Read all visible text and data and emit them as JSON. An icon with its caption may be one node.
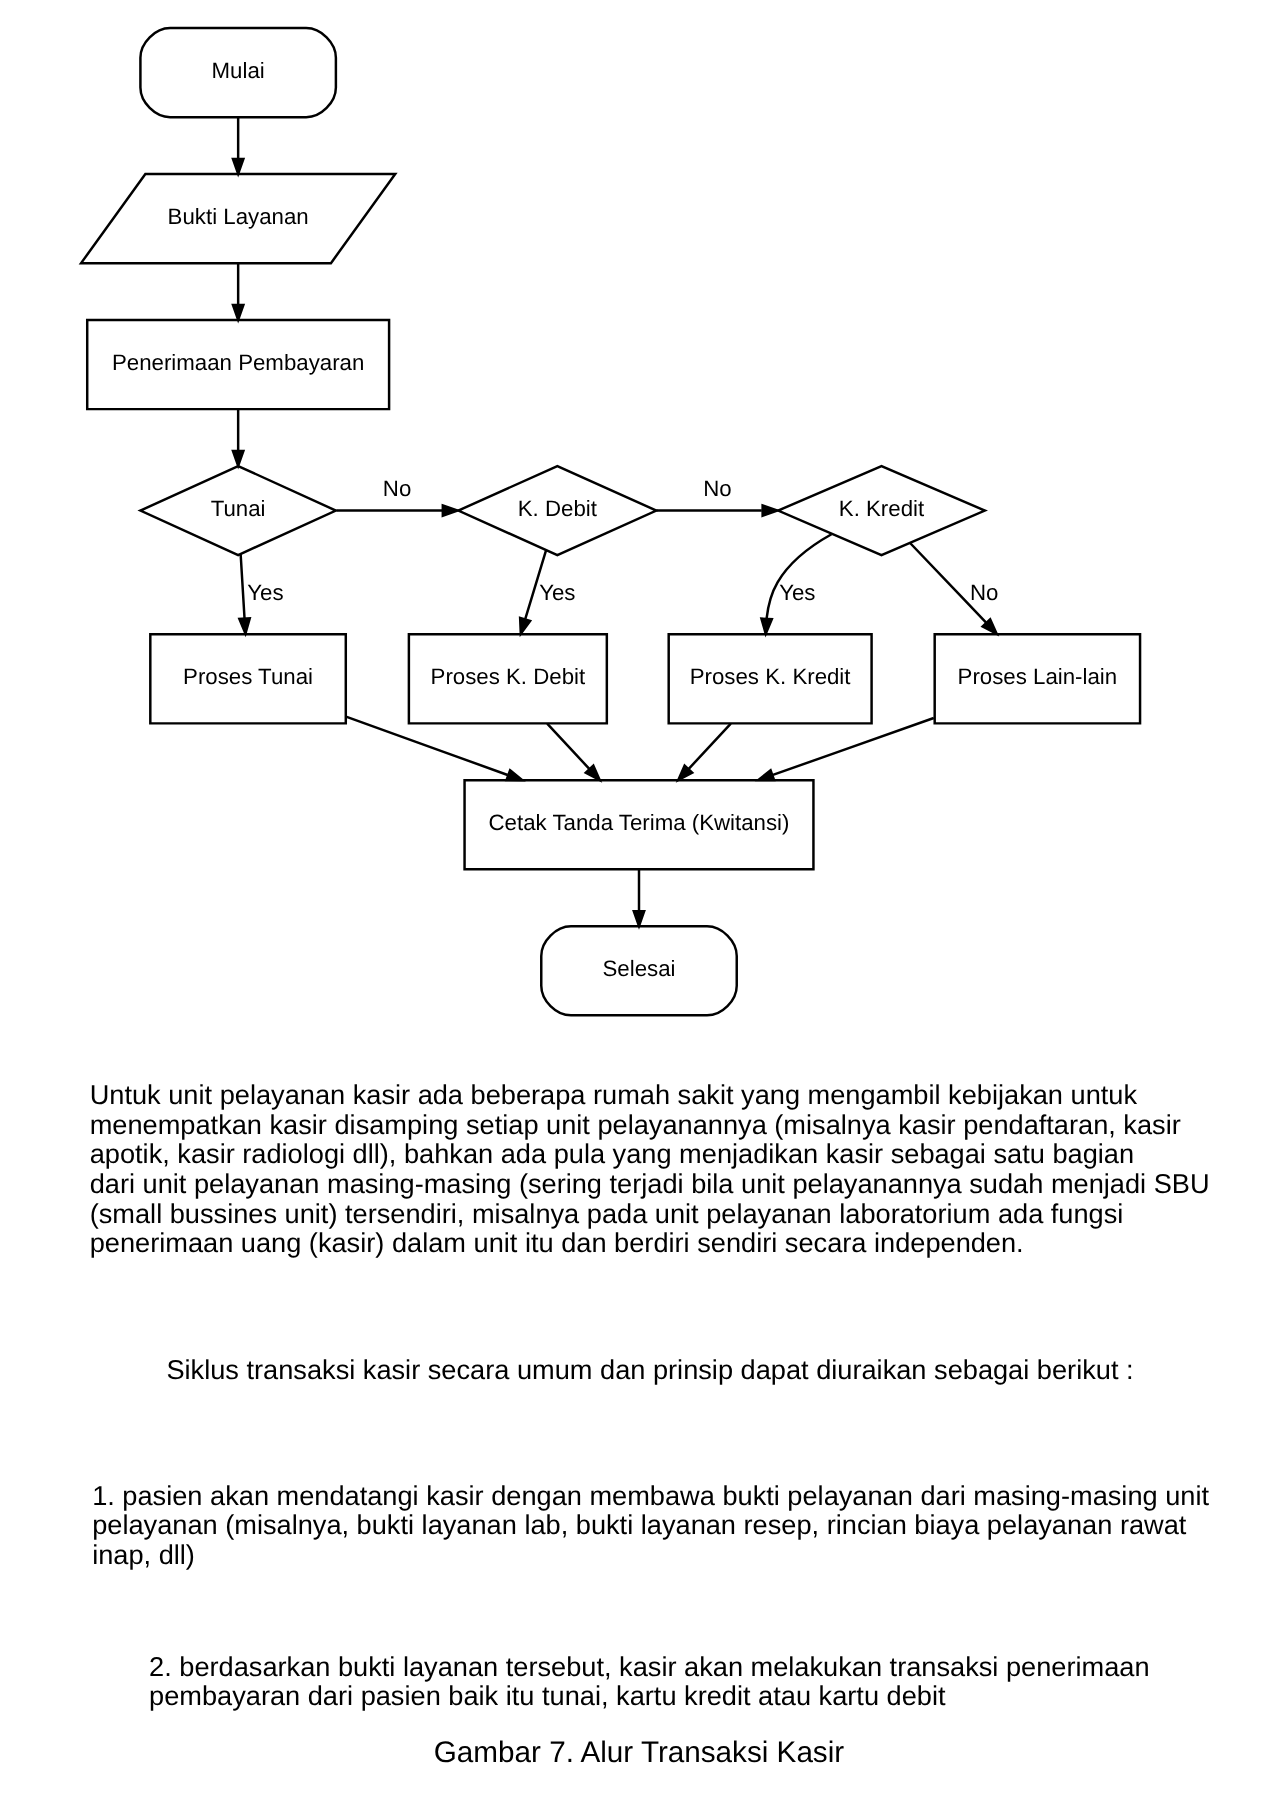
{
  "diagram": {
    "caption": "Gambar 7. Alur Transaksi Kasir",
    "nodes": [
      {
        "text": [
          "Mulai"
        ]
      },
      {
        "text": [
          "Bukti Layanan"
        ]
      },
      {
        "text": [
          "Penerimaan Pembayaran"
        ]
      },
      {
        "text": [
          "Tunai"
        ]
      },
      {
        "text": [
          "K. Debit"
        ]
      },
      {
        "text": [
          "K. Kredit"
        ]
      },
      {
        "text": [
          "Proses Tunai"
        ]
      },
      {
        "text": [
          "Proses K. Debit"
        ]
      },
      {
        "text": [
          "Proses K. Kredit"
        ]
      },
      {
        "text": [
          "Proses Lain-lain"
        ]
      },
      {
        "text": [
          "Cetak Tanda Terima (Kwitansi)"
        ]
      },
      {
        "text": [
          "Selesai"
        ]
      }
    ],
    "edges": [
      {
        "from": 0,
        "to": 1,
        "arrow": "to"
      },
      {
        "from": 1,
        "to": 2,
        "arrow": "to"
      },
      {
        "from": 2,
        "to": 3,
        "arrow": "to"
      },
      {
        "from": 3,
        "to": 4,
        "arrow": "to",
        "label": "No"
      },
      {
        "from": 4,
        "to": 5,
        "arrow": "to",
        "label": "No"
      },
      {
        "from": 5,
        "to": 9,
        "arrow": "to",
        "label": "No"
      },
      {
        "from": 3,
        "to": 6,
        "arrow": "to",
        "label": "Yes"
      },
      {
        "from": 4,
        "to": 7,
        "arrow": "to",
        "label": "Yes"
      },
      {
        "from": 5,
        "to": 8,
        "arrow": "to",
        "label": "Yes"
      },
      {
        "from": 6,
        "to": 10,
        "arrow": "to"
      },
      {
        "from": 7,
        "to": 10,
        "arrow": "to"
      },
      {
        "from": 8,
        "to": 10,
        "arrow": "to"
      },
      {
        "from": 9,
        "to": 10,
        "arrow": "to"
      },
      {
        "from": 10,
        "to": 11,
        "arrow": "to"
      }
    ],
    "labels": [
      "Untuk unit pelayanan kasir ada beberapa rumah sakit yang mengambil kebijakan untuk menempatkan kasir disamping setiap unit pelayanannya (misalnya kasir pendaftaran, kasir apotik, kasir radiologi dll), bahkan ada pula yang menjadikan kasir sebagai satu bagian dari unit pelayanan masing-masing (sering terjadi bila unit pelayanannya sudah menjadi SBU (small bussines unit) tersendiri, misalnya pada unit pelayanan laboratorium ada fungsi penerimaan uang (kasir) dalam unit itu dan berdiri sendiri secara independen.",
      "Siklus transaksi kasir secara umum dan prinsip dapat diuraikan sebagai berikut :",
      "1. pasien akan mendatangi kasir dengan membawa bukti pelayanan dari masing-masing unit pelayanan (misalnya, bukti layanan lab, bukti layanan resep, rincian biaya pelayanan rawat inap, dll)",
      "2. berdasarkan bukti layanan tersebut, kasir akan melakukan transaksi penerimaan pembayaran dari pasien baik itu tunai, kartu kredit atau kartu debit"
    ]
  }
}
